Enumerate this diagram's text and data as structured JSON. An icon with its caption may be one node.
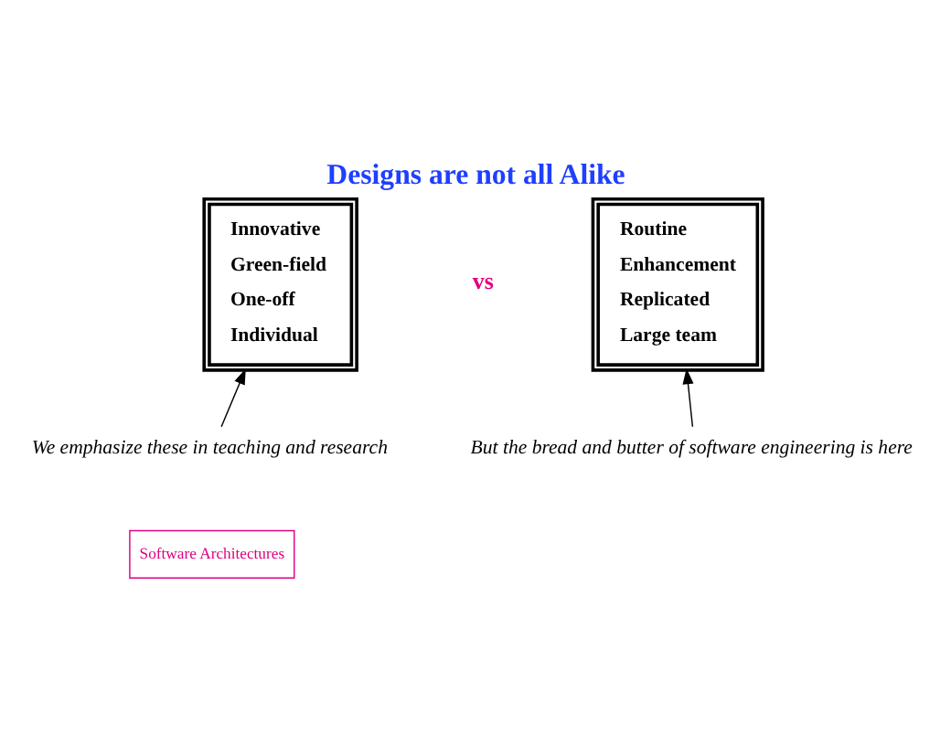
{
  "diagram": {
    "title": "Designs are not all Alike",
    "nodes": [
      {
        "text": [
          "Innovative",
          "Green-field",
          "One-off",
          "Individual"
        ]
      },
      {
        "text": [
          "Routine",
          "Enhancement",
          "Replicated",
          "Large team"
        ]
      },
      {
        "text": [
          "We emphasize these in teaching and research"
        ]
      },
      {
        "text": [
          "But the bread and butter of software engineering is here"
        ]
      }
    ],
    "edges": [
      {
        "from": 2,
        "to": 0,
        "arrow": "to"
      },
      {
        "from": 3,
        "to": 1,
        "arrow": "to"
      }
    ],
    "labels": [
      "vs",
      "Software Architectures"
    ]
  }
}
